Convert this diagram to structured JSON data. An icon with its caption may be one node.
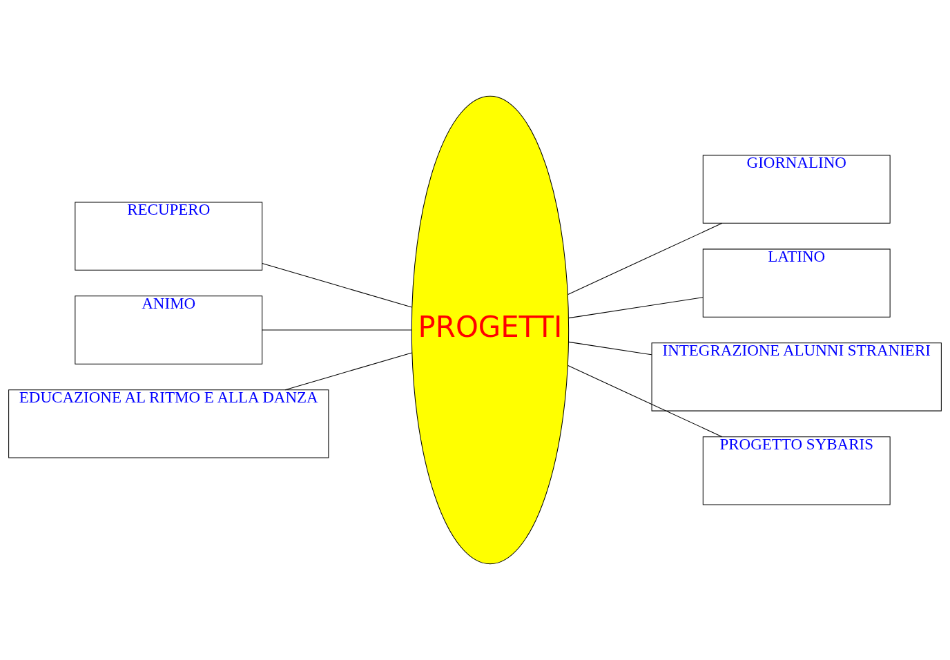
{
  "diagram": {
    "nodes": [
      {
        "text": [
          "PROGETTI"
        ]
      },
      {
        "text": [
          "RECUPERO"
        ]
      },
      {
        "text": [
          "ANIMO"
        ]
      },
      {
        "text": [
          "EDUCAZIONE AL RITMO E ALLA DANZA"
        ]
      },
      {
        "text": [
          "GIORNALINO"
        ]
      },
      {
        "text": [
          "LATINO"
        ]
      },
      {
        "text": [
          "INTEGRAZIONE ALUNNI STRANIERI"
        ]
      },
      {
        "text": [
          "PROGETTO SYBARIS"
        ]
      }
    ],
    "edges": [
      {
        "from": 1,
        "to": 0,
        "arrow": "none"
      },
      {
        "from": 2,
        "to": 0,
        "arrow": "none"
      },
      {
        "from": 3,
        "to": 0,
        "arrow": "none"
      },
      {
        "from": 0,
        "to": 4,
        "arrow": "none"
      },
      {
        "from": 0,
        "to": 5,
        "arrow": "none"
      },
      {
        "from": 0,
        "to": 6,
        "arrow": "none"
      },
      {
        "from": 0,
        "to": 7,
        "arrow": "none"
      }
    ]
  }
}
